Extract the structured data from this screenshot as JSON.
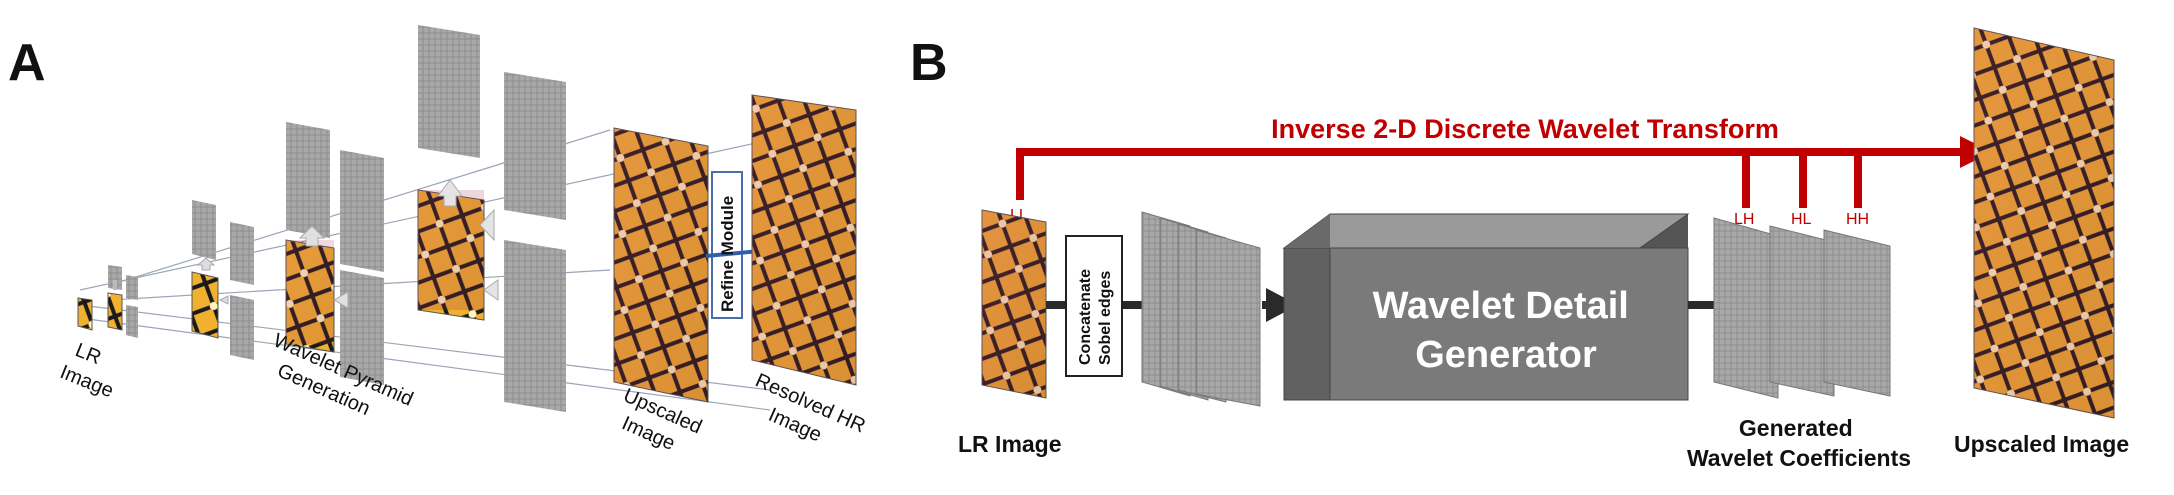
{
  "panel_a": {
    "letter": "A",
    "labels": {
      "lr_image": "LR\nImage",
      "pyramid": "Wavelet Pyramid\nGeneration",
      "upscaled": "Upscaled\nImage",
      "refine": "Refine Module",
      "resolved": "Resolved HR\nImage"
    }
  },
  "panel_b": {
    "letter": "B",
    "idwt_label": "Inverse 2-D Discrete Wavelet Transform",
    "ll": "LL",
    "lh": "LH",
    "hl": "HL",
    "hh": "HH",
    "concat": "Concatenate\nSobel edges",
    "generator": "Wavelet Detail\nGenerator",
    "lr_image": "LR Image",
    "coeffs": "Generated\nWavelet Coefficients",
    "upscaled": "Upscaled Image"
  },
  "colors": {
    "red": "#c00000",
    "box_front": "#7a7a7a",
    "box_top": "#9a9a9a",
    "box_side": "#555555",
    "arrow_dark": "#2a2a2a",
    "blue_arrow": "#2f5fa8",
    "butterfly_orange": "#e8a020",
    "butterfly_black": "#1a1a1a",
    "pink_bg": "#c0406a"
  }
}
